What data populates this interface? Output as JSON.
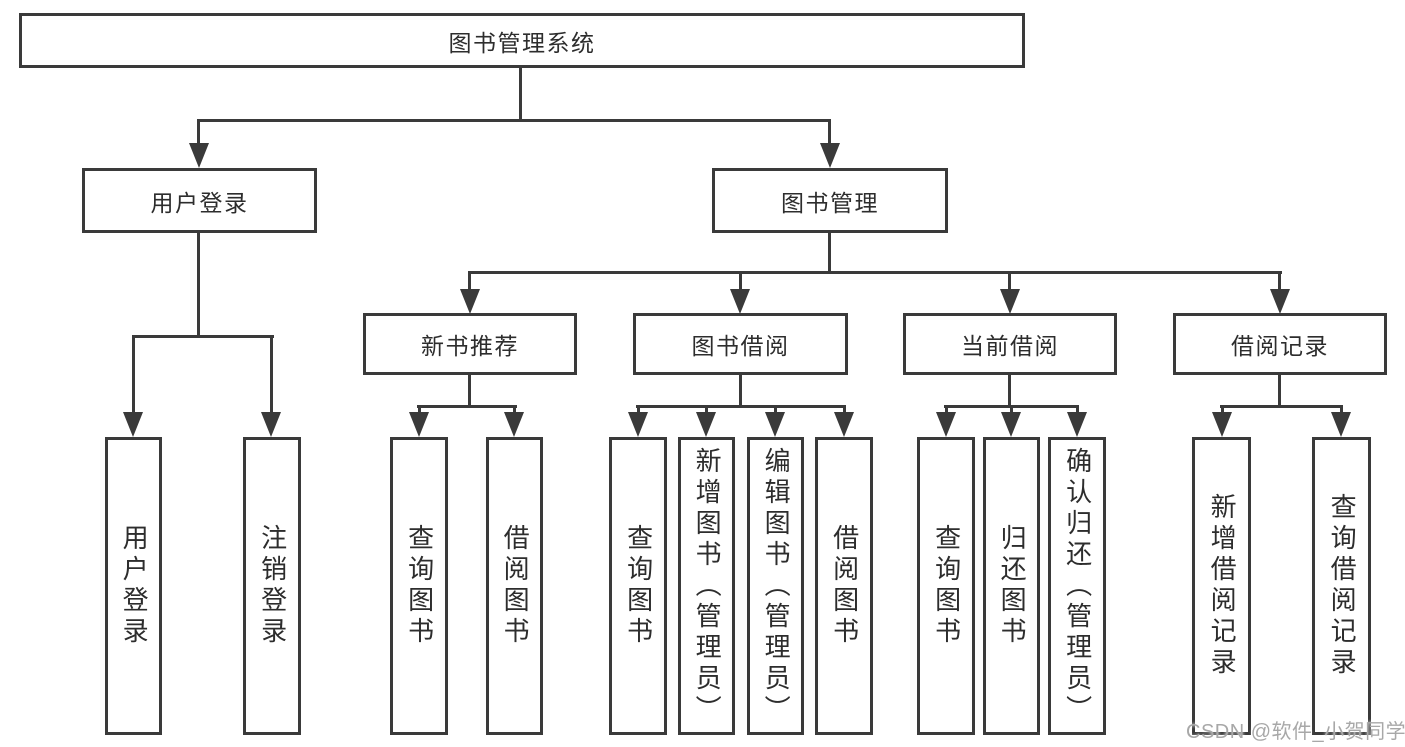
{
  "colors": {
    "line": "#3a3a3a",
    "text": "#2d2d2d",
    "background": "#ffffff",
    "watermark": "#a8a8a8"
  },
  "watermark": {
    "text": "CSDN @软件_小贺同学"
  },
  "tree": {
    "root": {
      "label": "图书管理系统"
    },
    "branches": [
      {
        "label": "用户登录",
        "children": [
          {
            "label": "用户登录"
          },
          {
            "label": "注销登录"
          }
        ]
      },
      {
        "label": "图书管理",
        "children": [
          {
            "label": "新书推荐",
            "children": [
              {
                "label": "查询图书"
              },
              {
                "label": "借阅图书"
              }
            ]
          },
          {
            "label": "图书借阅",
            "children": [
              {
                "label": "查询图书"
              },
              {
                "label": "新增图书（管理员）"
              },
              {
                "label": "编辑图书（管理员）"
              },
              {
                "label": "借阅图书"
              }
            ]
          },
          {
            "label": "当前借阅",
            "children": [
              {
                "label": "查询图书"
              },
              {
                "label": "归还图书"
              },
              {
                "label": "确认归还（管理员）"
              }
            ]
          },
          {
            "label": "借阅记录",
            "children": [
              {
                "label": "新增借阅记录"
              },
              {
                "label": "查询借阅记录"
              }
            ]
          }
        ]
      }
    ]
  }
}
